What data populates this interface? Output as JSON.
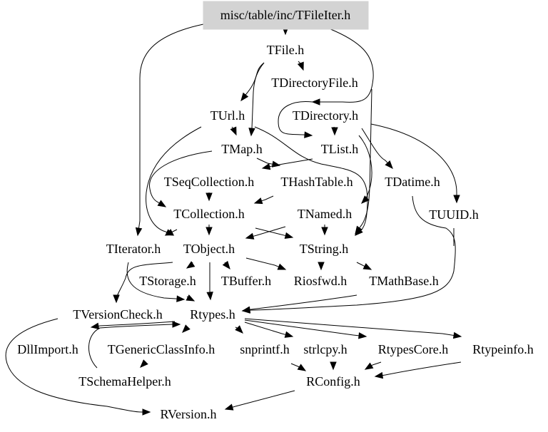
{
  "diagram": {
    "type": "include-dependency-graph",
    "root": "misc/table/inc/TFileIter.h",
    "colors": {
      "root_fill": "#d3d3d3",
      "edge": "#000000",
      "text": "#000000",
      "background": "#ffffff"
    },
    "nodes": [
      {
        "id": "TFileIter",
        "label": "misc/table/inc/TFileIter.h",
        "root": true
      },
      {
        "id": "TFile",
        "label": "TFile.h"
      },
      {
        "id": "TDirectoryFile",
        "label": "TDirectoryFile.h"
      },
      {
        "id": "TUrl",
        "label": "TUrl.h"
      },
      {
        "id": "TDirectory",
        "label": "TDirectory.h"
      },
      {
        "id": "TMap",
        "label": "TMap.h"
      },
      {
        "id": "TList",
        "label": "TList.h"
      },
      {
        "id": "TSeqCollection",
        "label": "TSeqCollection.h"
      },
      {
        "id": "THashTable",
        "label": "THashTable.h"
      },
      {
        "id": "TDatime",
        "label": "TDatime.h"
      },
      {
        "id": "TCollection",
        "label": "TCollection.h"
      },
      {
        "id": "TNamed",
        "label": "TNamed.h"
      },
      {
        "id": "TUUID",
        "label": "TUUID.h"
      },
      {
        "id": "TIterator",
        "label": "TIterator.h"
      },
      {
        "id": "TObject",
        "label": "TObject.h"
      },
      {
        "id": "TString",
        "label": "TString.h"
      },
      {
        "id": "TStorage",
        "label": "TStorage.h"
      },
      {
        "id": "TBuffer",
        "label": "TBuffer.h"
      },
      {
        "id": "Riosfwd",
        "label": "Riosfwd.h"
      },
      {
        "id": "TMathBase",
        "label": "TMathBase.h"
      },
      {
        "id": "TVersionCheck",
        "label": "TVersionCheck.h"
      },
      {
        "id": "Rtypes",
        "label": "Rtypes.h"
      },
      {
        "id": "DllImport",
        "label": "DllImport.h"
      },
      {
        "id": "TGenericClassInfo",
        "label": "TGenericClassInfo.h"
      },
      {
        "id": "snprintf",
        "label": "snprintf.h"
      },
      {
        "id": "strlcpy",
        "label": "strlcpy.h"
      },
      {
        "id": "RtypesCore",
        "label": "RtypesCore.h"
      },
      {
        "id": "Rtypeinfo",
        "label": "Rtypeinfo.h"
      },
      {
        "id": "TSchemaHelper",
        "label": "TSchemaHelper.h"
      },
      {
        "id": "RConfig",
        "label": "RConfig.h"
      },
      {
        "id": "RVersion",
        "label": "RVersion.h"
      }
    ],
    "edges": [
      [
        "TFileIter",
        "TFile"
      ],
      [
        "TFileIter",
        "TIterator"
      ],
      [
        "TFileIter",
        "TDirectory"
      ],
      [
        "TFile",
        "TDirectoryFile"
      ],
      [
        "TFile",
        "TUrl"
      ],
      [
        "TFile",
        "TMap"
      ],
      [
        "TDirectoryFile",
        "TDirectory"
      ],
      [
        "TDirectoryFile",
        "TList"
      ],
      [
        "TDirectoryFile",
        "TString"
      ],
      [
        "TDirectory",
        "TList"
      ],
      [
        "TDirectory",
        "TDatime"
      ],
      [
        "TDirectory",
        "TUUID"
      ],
      [
        "TDirectory",
        "TNamed"
      ],
      [
        "TUrl",
        "TMap"
      ],
      [
        "TUrl",
        "TObject"
      ],
      [
        "TUrl",
        "TString"
      ],
      [
        "TMap",
        "TCollection"
      ],
      [
        "TMap",
        "THashTable"
      ],
      [
        "TList",
        "TSeqCollection"
      ],
      [
        "TSeqCollection",
        "TCollection"
      ],
      [
        "THashTable",
        "TCollection"
      ],
      [
        "TCollection",
        "TObject"
      ],
      [
        "TCollection",
        "TString"
      ],
      [
        "TCollection",
        "TIterator"
      ],
      [
        "TNamed",
        "TObject"
      ],
      [
        "TNamed",
        "TString"
      ],
      [
        "TDatime",
        "Rtypes"
      ],
      [
        "TUUID",
        "Rtypes"
      ],
      [
        "TIterator",
        "Rtypes"
      ],
      [
        "TObject",
        "TStorage"
      ],
      [
        "TObject",
        "TBuffer"
      ],
      [
        "TObject",
        "Rtypes"
      ],
      [
        "TObject",
        "Riosfwd"
      ],
      [
        "TObject",
        "TVersionCheck"
      ],
      [
        "TString",
        "Riosfwd"
      ],
      [
        "TString",
        "TMathBase"
      ],
      [
        "TStorage",
        "Rtypes"
      ],
      [
        "TMathBase",
        "Rtypes"
      ],
      [
        "TVersionCheck",
        "RVersion"
      ],
      [
        "Rtypes",
        "DllImport"
      ],
      [
        "Rtypes",
        "TGenericClassInfo"
      ],
      [
        "Rtypes",
        "snprintf"
      ],
      [
        "Rtypes",
        "strlcpy"
      ],
      [
        "Rtypes",
        "RtypesCore"
      ],
      [
        "Rtypes",
        "Rtypeinfo"
      ],
      [
        "TGenericClassInfo",
        "TSchemaHelper"
      ],
      [
        "TSchemaHelper",
        "Rtypes"
      ],
      [
        "snprintf",
        "RConfig"
      ],
      [
        "strlcpy",
        "RConfig"
      ],
      [
        "RtypesCore",
        "RConfig"
      ],
      [
        "Rtypeinfo",
        "RConfig"
      ],
      [
        "RConfig",
        "RVersion"
      ]
    ]
  }
}
